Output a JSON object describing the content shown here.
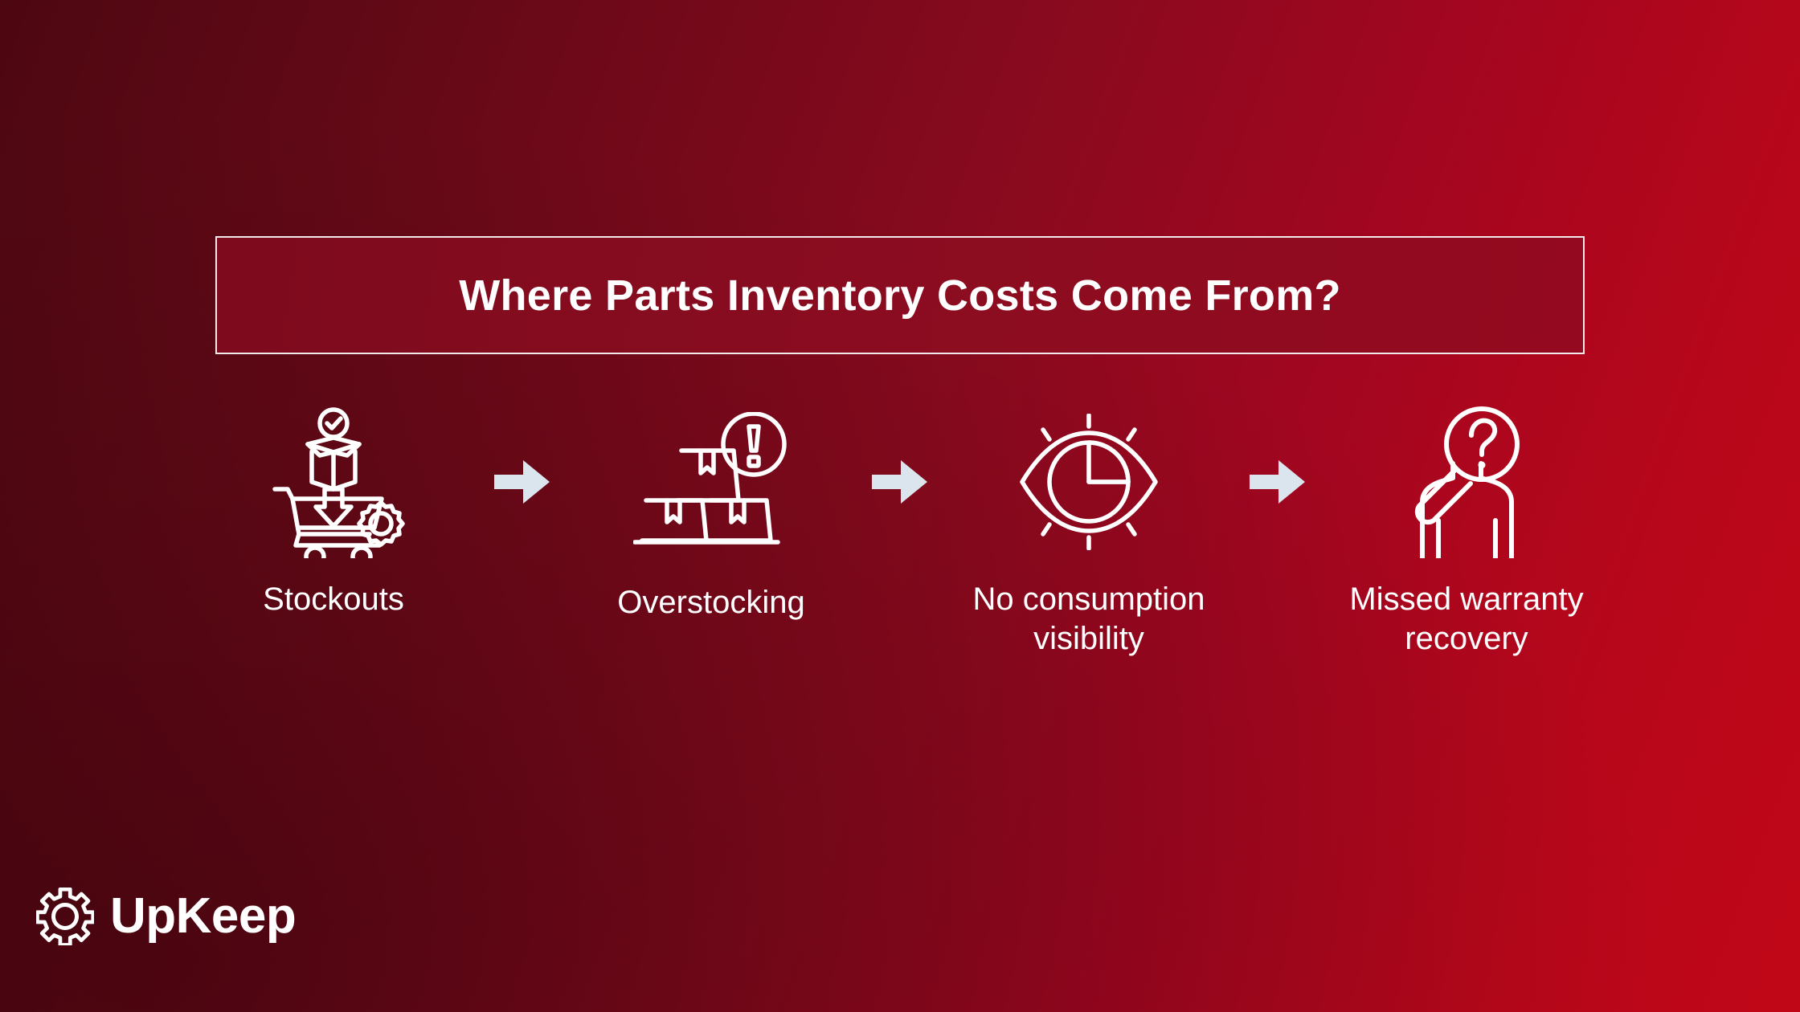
{
  "slide": {
    "background_start_color": "#4d0711",
    "background_end_color": "#c00718",
    "accent_color": "#ffffff",
    "arrow_color": "#dbe5ee"
  },
  "title": {
    "text": "Where Parts Inventory Costs Come From?",
    "box_fill_color": "#8c0c20",
    "box_border_color": "#f2e9ea"
  },
  "flow": {
    "steps": [
      {
        "icon": "cart-box-check-gear-icon",
        "label": "Stockouts"
      },
      {
        "icon": "stacked-boxes-warning-icon",
        "label": "Overstocking"
      },
      {
        "icon": "eye-pie-chart-icon",
        "label": "No consumption\nvisibility"
      },
      {
        "icon": "person-magnifier-question-icon",
        "label": "Missed warranty\nrecovery"
      }
    ],
    "connectors": [
      {
        "icon": "arrow-right-icon"
      },
      {
        "icon": "arrow-right-icon"
      },
      {
        "icon": "arrow-right-icon"
      }
    ]
  },
  "logo": {
    "icon": "gear-icon",
    "wordmark": "UpKeep"
  }
}
